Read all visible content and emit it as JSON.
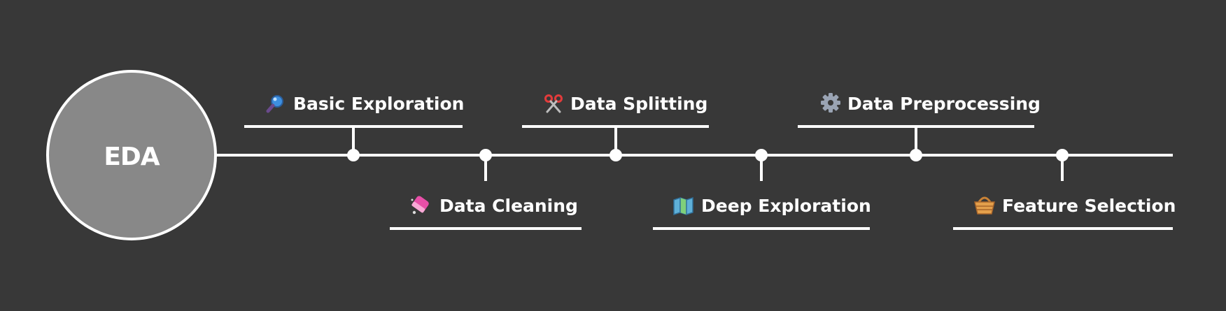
{
  "center": {
    "label": "EDA",
    "fill": "#888888",
    "stroke": "#ffffff"
  },
  "colors": {
    "background": "#383838",
    "line": "#ffffff",
    "text": "#ffffff"
  },
  "steps": [
    {
      "label": "Basic Exploration",
      "icon": "magnifying-glass-icon",
      "side": "above"
    },
    {
      "label": "Data Cleaning",
      "icon": "eraser-icon",
      "side": "below"
    },
    {
      "label": "Data Splitting",
      "icon": "scissors-icon",
      "side": "above"
    },
    {
      "label": "Deep Exploration",
      "icon": "map-icon",
      "side": "below"
    },
    {
      "label": "Data Preprocessing",
      "icon": "gear-icon",
      "side": "above"
    },
    {
      "label": "Feature Selection",
      "icon": "basket-icon",
      "side": "below"
    }
  ]
}
